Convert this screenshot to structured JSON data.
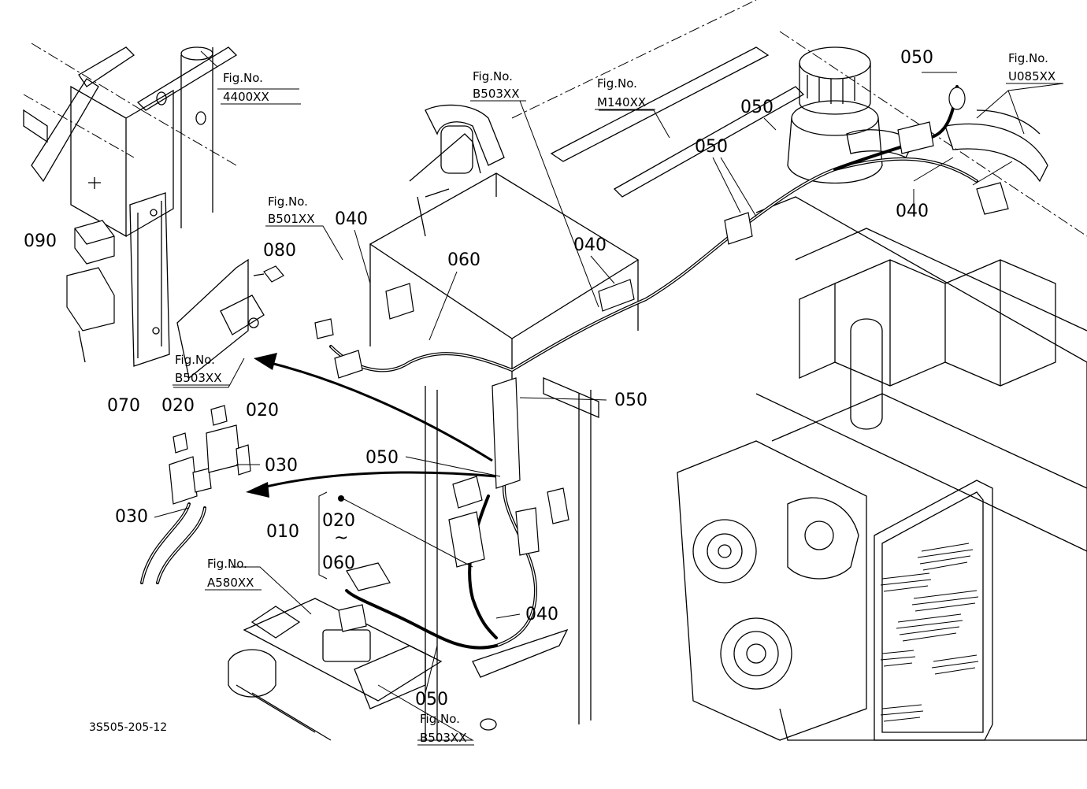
{
  "drawing_code": "3S505-205-12",
  "part_labels": [
    {
      "id": "p050a",
      "text": "050"
    },
    {
      "id": "p050b",
      "text": "050"
    },
    {
      "id": "p050c",
      "text": "050"
    },
    {
      "id": "p040a",
      "text": "040"
    },
    {
      "id": "p040b",
      "text": "040"
    },
    {
      "id": "p040c",
      "text": "040"
    },
    {
      "id": "p060",
      "text": "060"
    },
    {
      "id": "p090",
      "text": "090"
    },
    {
      "id": "p080",
      "text": "080"
    },
    {
      "id": "p070",
      "text": "070"
    },
    {
      "id": "p020a",
      "text": "020"
    },
    {
      "id": "p020b",
      "text": "020"
    },
    {
      "id": "p030a",
      "text": "030"
    },
    {
      "id": "p030b",
      "text": "030"
    },
    {
      "id": "p050d",
      "text": "050"
    },
    {
      "id": "p050e",
      "text": "050"
    },
    {
      "id": "p040d",
      "text": "040"
    },
    {
      "id": "p050f",
      "text": "050"
    },
    {
      "id": "p010",
      "text": "010"
    },
    {
      "id": "p020c",
      "text": "020"
    },
    {
      "id": "ptilde",
      "text": "~"
    },
    {
      "id": "p060b",
      "text": "060"
    }
  ],
  "figure_refs": [
    {
      "id": "f4400",
      "title": "Fig.No.",
      "number": "4400XX"
    },
    {
      "id": "fB503a",
      "title": "Fig.No.",
      "number": "B503XX"
    },
    {
      "id": "fM140",
      "title": "Fig.No.",
      "number": "M140XX"
    },
    {
      "id": "fU085",
      "title": "Fig.No.",
      "number": "U085XX"
    },
    {
      "id": "fB501",
      "title": "Fig.No.",
      "number": "B501XX"
    },
    {
      "id": "fB503b",
      "title": "Fig.No.",
      "number": "B503XX"
    },
    {
      "id": "fA580",
      "title": "Fig.No.",
      "number": "A580XX"
    },
    {
      "id": "fB503c",
      "title": "Fig.No.",
      "number": "B503XX"
    }
  ]
}
